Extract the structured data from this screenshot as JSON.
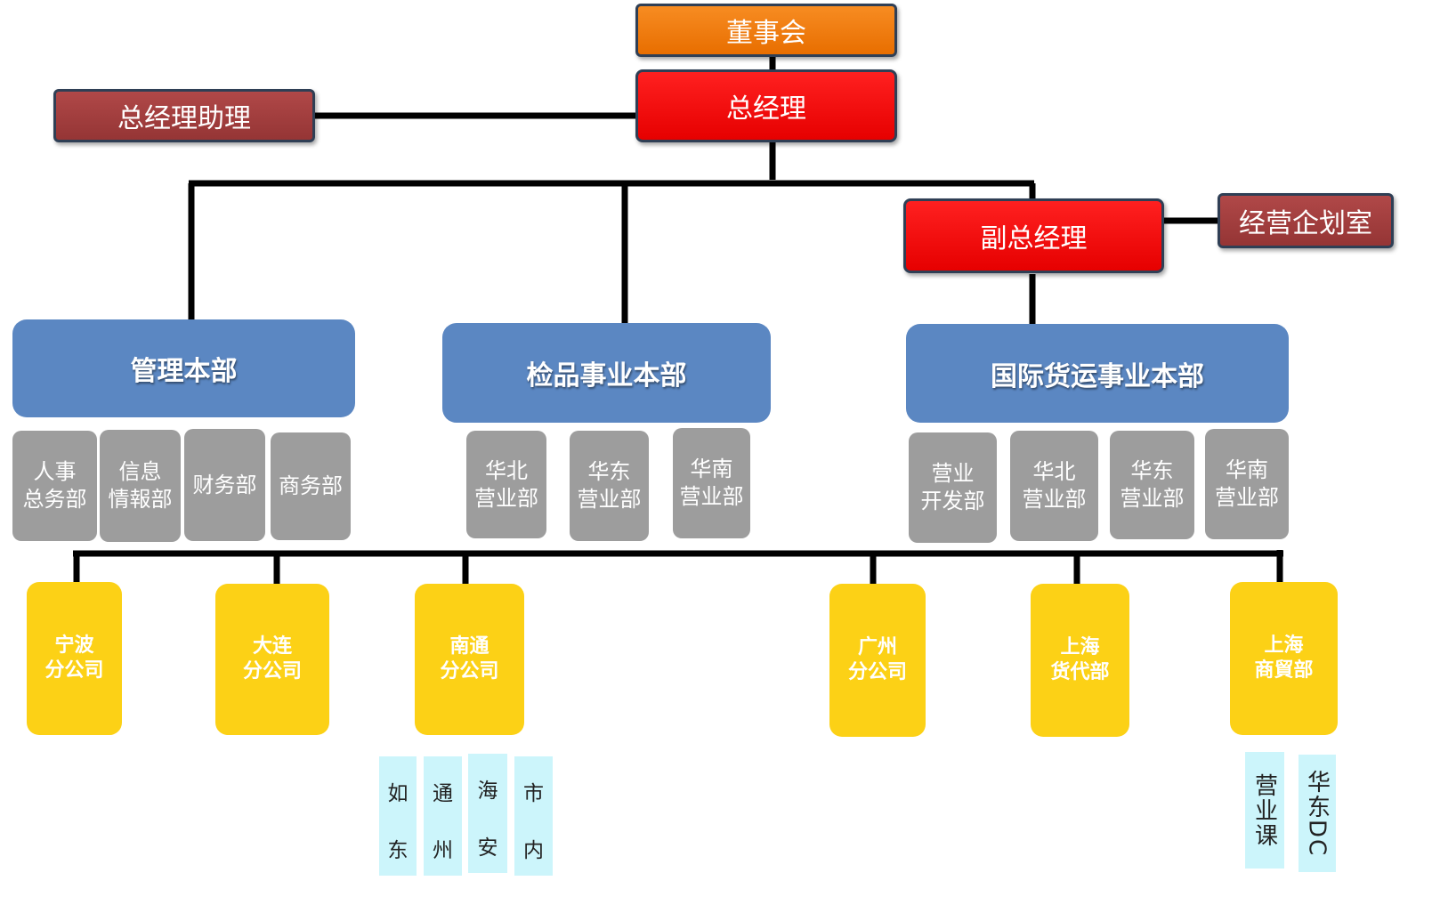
{
  "colors": {
    "board": "#f07d0a",
    "gm": "#ff0000",
    "staff": "#a13c3c",
    "headquarters": "#5b87c2",
    "department": "#9d9d9d",
    "branch": "#fcd116",
    "sub_unit": "#ccf5fb",
    "connector": "#000000"
  },
  "executive": {
    "board": "董事会",
    "general_manager": "总经理",
    "gm_assistant": "总经理助理",
    "deputy_gm": "副总经理",
    "planning_office": "经营企划室"
  },
  "headquarters": {
    "management": {
      "label": "管理本部",
      "departments": [
        "人事\n总务部",
        "信息\n情報部",
        "财务部",
        "商务部"
      ]
    },
    "inspection": {
      "label": "检品事业本部",
      "departments": [
        "华北\n营业部",
        "华东\n营业部",
        "华南\n营业部"
      ]
    },
    "freight": {
      "label": "国际货运事业本部",
      "departments": [
        "营业\n开发部",
        "华北\n营业部",
        "华东\n营业部",
        "华南\n营业部"
      ]
    }
  },
  "branches": [
    "宁波\n分公司",
    "大连\n分公司",
    "南通\n分公司",
    "广州\n分公司",
    "上海\n货代部",
    "上海\n商貿部"
  ],
  "nantong_units": [
    {
      "top": "如",
      "bottom": "东"
    },
    {
      "top": "通",
      "bottom": "州"
    },
    {
      "top": "海",
      "bottom": "安"
    },
    {
      "top": "市",
      "bottom": "内"
    }
  ],
  "shanghai_trade_units": [
    "营业课",
    "华东DC"
  ]
}
